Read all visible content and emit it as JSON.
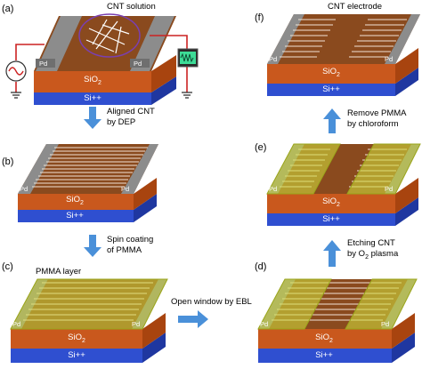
{
  "panels": [
    {
      "id": "a",
      "label": "(a)",
      "sio2": "SiO",
      "sio2_sub": "2",
      "si": "Si++",
      "pd_left": "Pd",
      "pd_right": "Pd",
      "note": "CNT solution"
    },
    {
      "id": "b",
      "label": "(b)",
      "sio2": "SiO",
      "sio2_sub": "2",
      "si": "Si++",
      "pd_left": "Pd",
      "pd_right": "Pd"
    },
    {
      "id": "c",
      "label": "(c)",
      "sio2": "SiO",
      "sio2_sub": "2",
      "si": "Si++",
      "pd_left": "Pd",
      "pd_right": "Pd",
      "note": "PMMA layer"
    },
    {
      "id": "d",
      "label": "(d)",
      "sio2": "SiO",
      "sio2_sub": "2",
      "si": "Si++",
      "pd_left": "Pd",
      "pd_right": "Pd"
    },
    {
      "id": "e",
      "label": "(e)",
      "sio2": "SiO",
      "sio2_sub": "2",
      "si": "Si++",
      "pd_left": "Pd",
      "pd_right": "Pd"
    },
    {
      "id": "f",
      "label": "(f)",
      "sio2": "SiO",
      "sio2_sub": "2",
      "si": "Si++",
      "pd_left": "Pd",
      "pd_right": "Pd",
      "note": "CNT electrode"
    }
  ],
  "steps": {
    "ab": [
      "Aligned CNT",
      "by DEP"
    ],
    "bc": [
      "Spin coating",
      "of PMMA"
    ],
    "cd": [
      "Open window by EBL"
    ],
    "de": [
      "Etching CNT",
      "by O",
      "2",
      " plasma"
    ],
    "ef": [
      "Remove PMMA",
      "by chloroform"
    ]
  },
  "colors": {
    "si": "#2f4fd0",
    "si_side": "#1f37a0",
    "sio2": "#c9581d",
    "sio2_side": "#a8440f",
    "top": "#8a4a1e",
    "pd": "#8c8c8c",
    "pmma": "#cfd83a",
    "arrow": "#4a90d9",
    "circuit": "#cc2222",
    "ellipse": "#7a3fb0"
  },
  "icons": [
    "ac-source-icon",
    "ground-icon",
    "oscilloscope-icon",
    "arrow-down-icon",
    "arrow-up-icon",
    "arrow-right-icon"
  ]
}
